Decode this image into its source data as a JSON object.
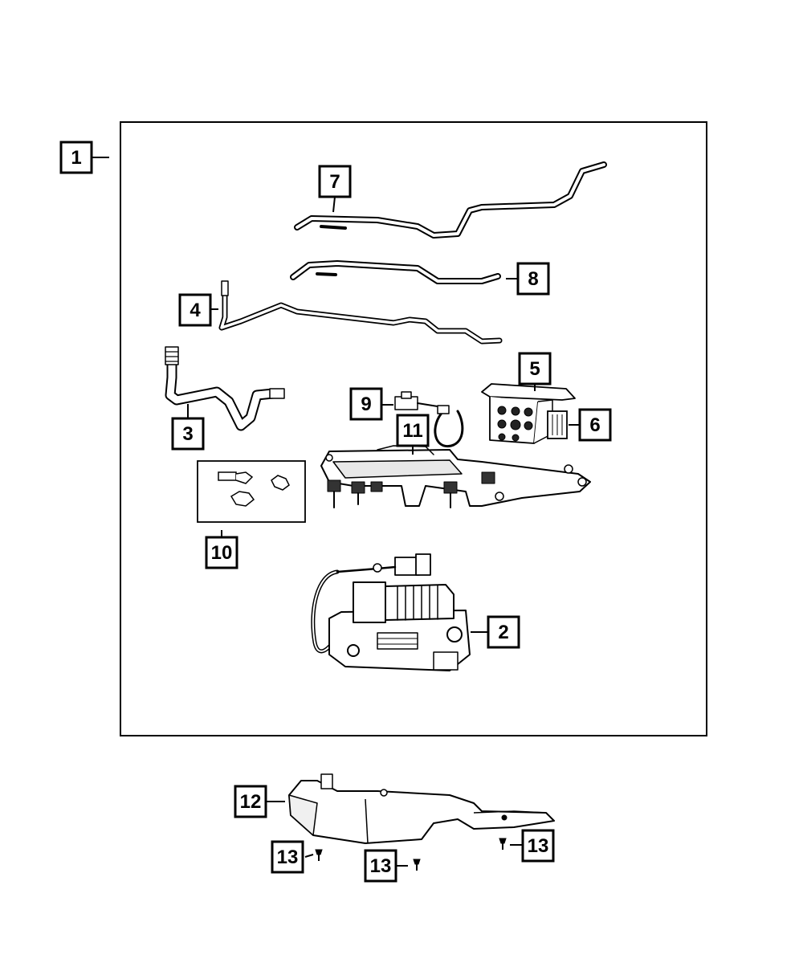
{
  "callouts": {
    "c1": "1",
    "c2": "2",
    "c3": "3",
    "c4": "4",
    "c5": "5",
    "c6": "6",
    "c7": "7",
    "c8": "8",
    "c9": "9",
    "c10": "10",
    "c11": "11",
    "c12": "12",
    "c13a": "13",
    "c13b": "13",
    "c13c": "13"
  }
}
